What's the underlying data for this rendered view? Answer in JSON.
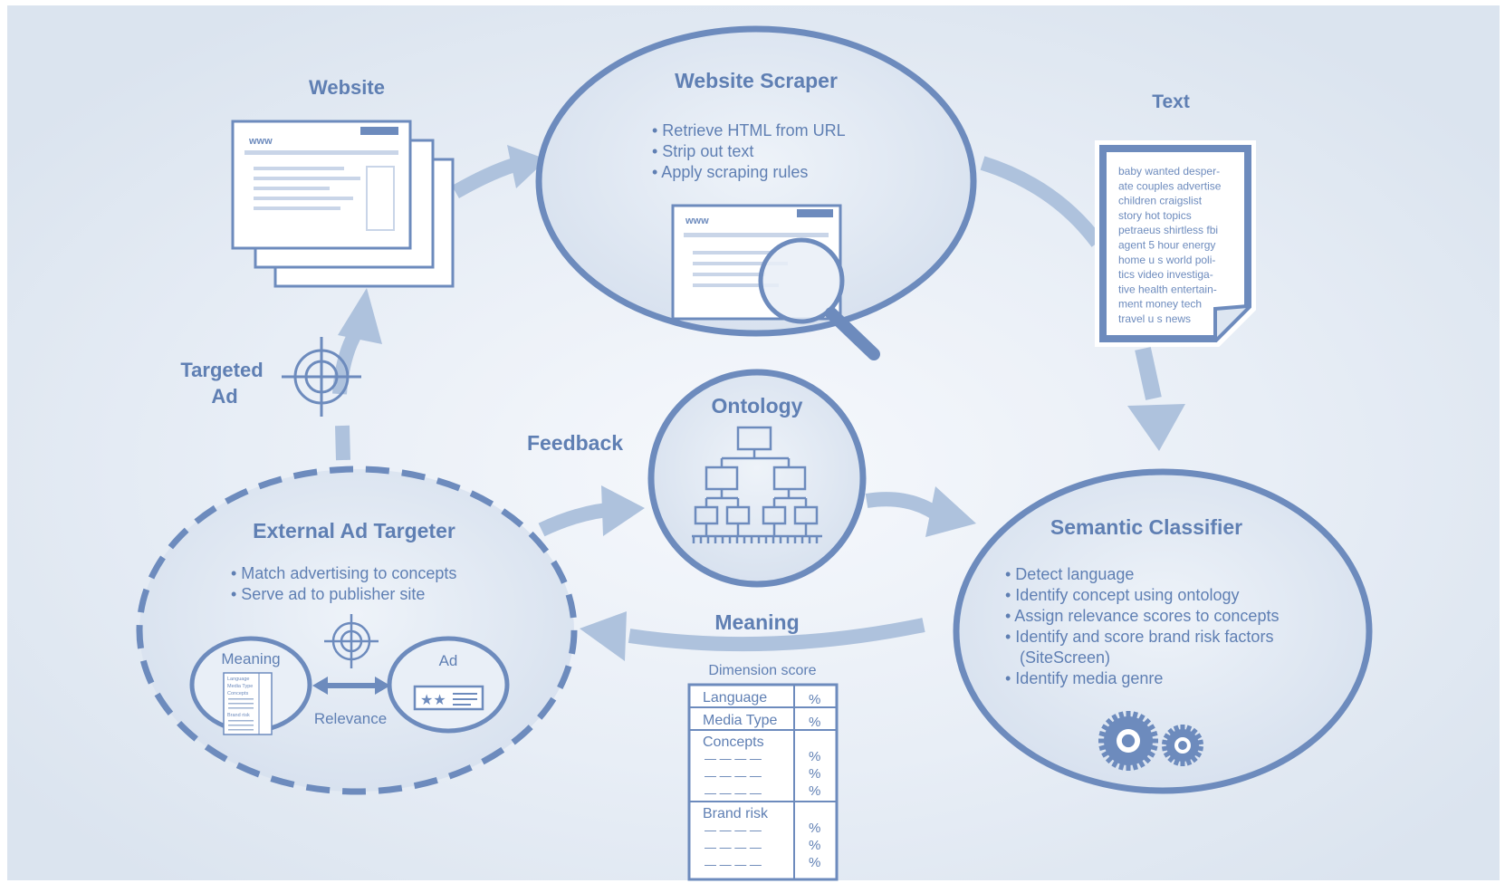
{
  "colors": {
    "primary": "#5f7fb3",
    "arrow": "#aec2dd",
    "background": "#e3eaf3",
    "panel_fill": "#dde6f1",
    "white": "#ffffff"
  },
  "website": {
    "title": "Website",
    "www": "www"
  },
  "scraper": {
    "title": "Website Scraper",
    "bullets": [
      "• Retrieve HTML from URL",
      "• Strip out text",
      "• Apply scraping rules"
    ],
    "www": "www"
  },
  "text_doc": {
    "title": "Text",
    "lines": [
      "baby wanted desper-",
      "ate couples advertise",
      "children craigslist",
      "story hot topics",
      "petraeus shirtless fbi",
      "agent 5 hour energy",
      "home u s world poli-",
      "tics video investiga-",
      "tive health entertain-",
      "ment money tech",
      "travel u s news"
    ]
  },
  "ontology": {
    "title": "Ontology"
  },
  "feedback": {
    "label": "Feedback"
  },
  "targeted_ad": {
    "line1": "Targeted",
    "line2": "Ad",
    "icon": "crosshair-icon"
  },
  "classifier": {
    "title": "Semantic Classifier",
    "bullets": [
      "• Detect language",
      "• Identify concept using ontology",
      "• Assign relevance scores to concepts",
      "• Identify and score brand risk factors",
      "(SiteScreen)",
      "• Identify media genre"
    ],
    "icon": "gears-icon"
  },
  "meaning": {
    "label": "Meaning"
  },
  "dimension": {
    "title": "Dimension score",
    "rows": [
      {
        "label": "Language",
        "pct": "%"
      },
      {
        "label": "Media Type",
        "pct": "%"
      },
      {
        "label": "Concepts",
        "pct": "%"
      },
      {
        "label": "Brand risk",
        "pct": "%"
      }
    ],
    "dash": "— — — —"
  },
  "ad_targeter": {
    "title": "External Ad Targeter",
    "bullets": [
      "• Match advertising to concepts",
      "• Serve ad to publisher site"
    ],
    "meaning": "Meaning",
    "ad": "Ad",
    "relevance": "Relevance",
    "mini_doc": [
      "Language",
      "Media Type",
      "Concepts",
      "Brand risk"
    ]
  }
}
